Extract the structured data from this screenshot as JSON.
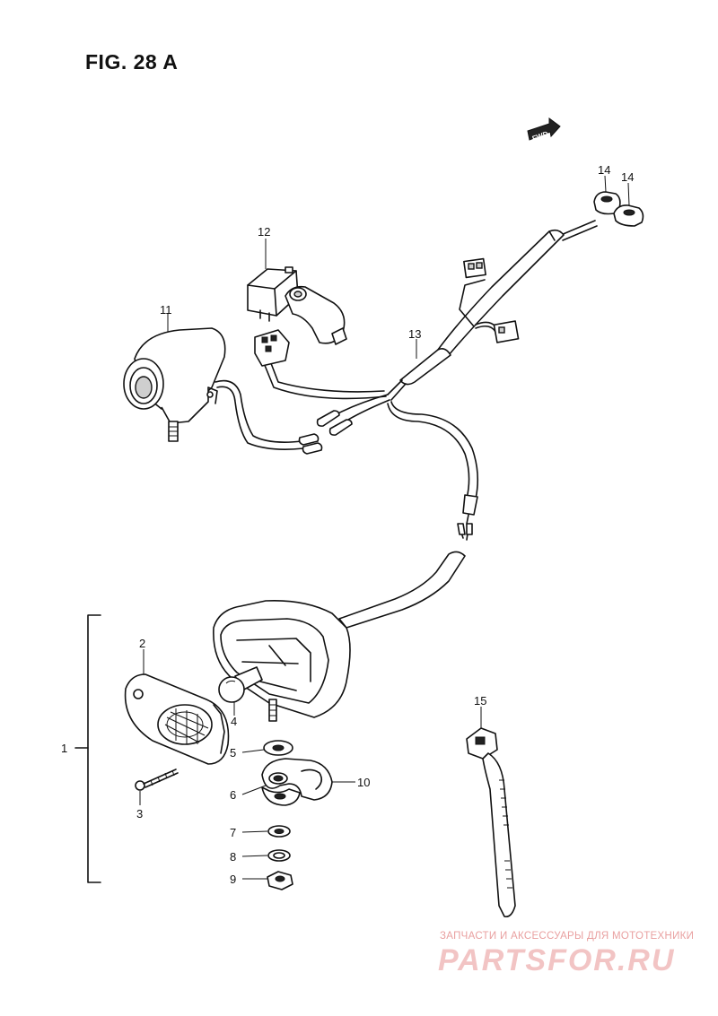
{
  "figure": {
    "title": "FIG. 28 A",
    "direction_label": "FWD"
  },
  "callouts": [
    {
      "id": "c1",
      "label": "1"
    },
    {
      "id": "c2",
      "label": "2"
    },
    {
      "id": "c3",
      "label": "3"
    },
    {
      "id": "c4",
      "label": "4"
    },
    {
      "id": "c5",
      "label": "5"
    },
    {
      "id": "c6",
      "label": "6"
    },
    {
      "id": "c7",
      "label": "7"
    },
    {
      "id": "c8",
      "label": "8"
    },
    {
      "id": "c9",
      "label": "9"
    },
    {
      "id": "c10",
      "label": "10"
    },
    {
      "id": "c11",
      "label": "11"
    },
    {
      "id": "c12",
      "label": "12"
    },
    {
      "id": "c13",
      "label": "13"
    },
    {
      "id": "c14a",
      "label": "14"
    },
    {
      "id": "c14b",
      "label": "14"
    },
    {
      "id": "c15",
      "label": "15"
    }
  ],
  "watermark": {
    "tagline": "ЗАПЧАСТИ И АКСЕССУАРЫ ДЛЯ МОТОТЕХНИКИ",
    "brand": "PARTSFOR.RU",
    "color": "#e9a0a0"
  }
}
